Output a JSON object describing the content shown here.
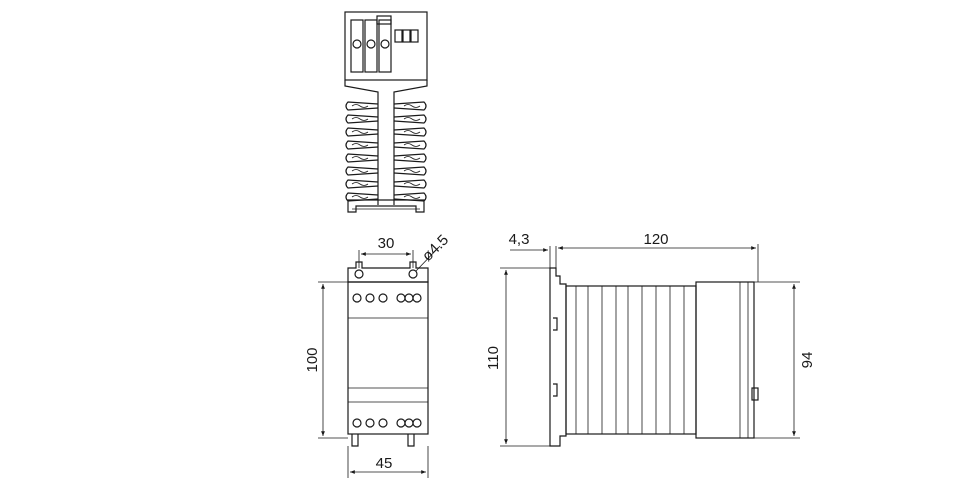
{
  "drawing": {
    "dimensions": {
      "mount_spacing": "30",
      "hole_diameter": "ø4.5",
      "front_height": "100",
      "front_width": "45",
      "side_height": "110",
      "side_depth": "120",
      "rail_offset": "4,3",
      "body_height": "94"
    }
  }
}
